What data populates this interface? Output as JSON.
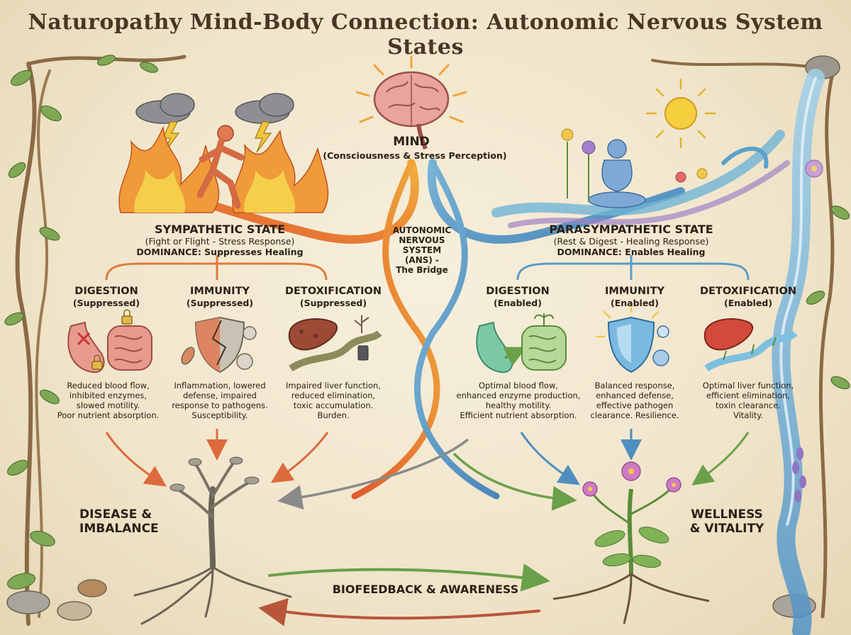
{
  "title": "Naturopathy Mind-Body Connection: Autonomic Nervous System States",
  "mind": {
    "label": "MIND",
    "sub": "(Consciousness & Stress Perception)"
  },
  "ans": {
    "lines": [
      "AUTONOMIC",
      "NERVOUS",
      "SYSTEM",
      "(ANS) -",
      "The Bridge"
    ]
  },
  "sympathetic": {
    "title": "SYMPATHETIC STATE",
    "subtitle": "(Fight or Flight - Stress Response)",
    "dominance": "DOMINANCE: Suppresses Healing",
    "systems": [
      {
        "name": "DIGESTION",
        "status": "(Suppressed)",
        "desc": [
          "Reduced blood flow,",
          "inhibited enzymes,",
          "slowed motility.",
          "Poor nutrient absorption."
        ]
      },
      {
        "name": "IMMUNITY",
        "status": "(Suppressed)",
        "desc": [
          "Inflammation, lowered",
          "defense, impaired",
          "response to pathogens.",
          "Susceptibility."
        ]
      },
      {
        "name": "DETOXIFICATION",
        "status": "(Suppressed)",
        "desc": [
          "Impaired liver function,",
          "reduced elimination,",
          "toxic accumulation.",
          "Burden."
        ]
      }
    ],
    "outcome": [
      "DISEASE &",
      "IMBALANCE"
    ]
  },
  "parasympathetic": {
    "title": "PARASYMPATHETIC STATE",
    "subtitle": "(Rest & Digest - Healing Response)",
    "dominance": "DOMINANCE: Enables Healing",
    "systems": [
      {
        "name": "DIGESTION",
        "status": "(Enabled)",
        "desc": [
          "Optimal blood flow,",
          "enhanced enzyme production,",
          "healthy motility.",
          "Efficient nutrient absorption."
        ]
      },
      {
        "name": "IMMUNITY",
        "status": "(Enabled)",
        "desc": [
          "Balanced response,",
          "enhanced defense,",
          "effective pathogen",
          "clearance. Resilience."
        ]
      },
      {
        "name": "DETOXIFICATION",
        "status": "(Enabled)",
        "desc": [
          "Optimal liver function,",
          "efficient elimination,",
          "toxin clearance.",
          "Vitality."
        ]
      }
    ],
    "outcome": [
      "WELLNESS",
      "& VITALITY"
    ]
  },
  "feedback": "BIOFEEDBACK & AWARENESS",
  "colors": {
    "stress": "#e0643a",
    "healing": "#5a9cc8",
    "growth": "#6aa04a",
    "ink": "#2b2015"
  },
  "icons": [
    "brain-icon",
    "storm-cloud-icon",
    "lightning-icon",
    "fire-icon",
    "running-figure-icon",
    "meditating-figure-icon",
    "sun-icon",
    "water-wave-icon",
    "stomach-icon",
    "intestine-icon",
    "padlock-icon",
    "cracked-shield-icon",
    "glowing-shield-icon",
    "pathogen-icon",
    "damaged-liver-icon",
    "healthy-liver-icon",
    "polluted-stream-icon",
    "clear-stream-icon",
    "withered-tree-icon",
    "flowering-plant-icon",
    "waterfall-icon",
    "vine-border-icon"
  ]
}
